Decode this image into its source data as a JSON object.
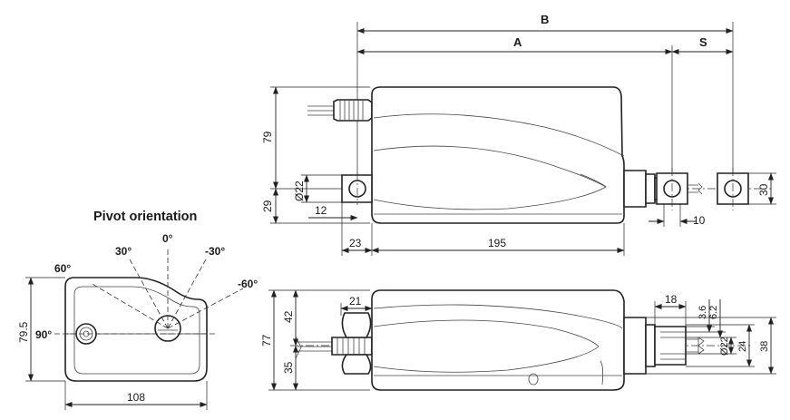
{
  "title": "Pivot orientation",
  "angles": [
    "0°",
    "30°",
    "-30°",
    "60°",
    "-60°",
    "90°"
  ],
  "top_view": {
    "B": "B",
    "A": "A",
    "S": "S",
    "d79": "79",
    "d29": "29",
    "d22": "Ø22",
    "d12": "12",
    "d23": "23",
    "d195": "195",
    "d30": "30",
    "d10": "10"
  },
  "side_view": {
    "d42": "42",
    "d77": "77",
    "d35": "35",
    "d21": "21",
    "d18": "18",
    "d3_6": "3.6",
    "d6_2": "6.2",
    "d22": "Ø22",
    "d24": "24",
    "d38": "38"
  },
  "end_view": {
    "d79_5": "79.5",
    "d108": "108"
  }
}
